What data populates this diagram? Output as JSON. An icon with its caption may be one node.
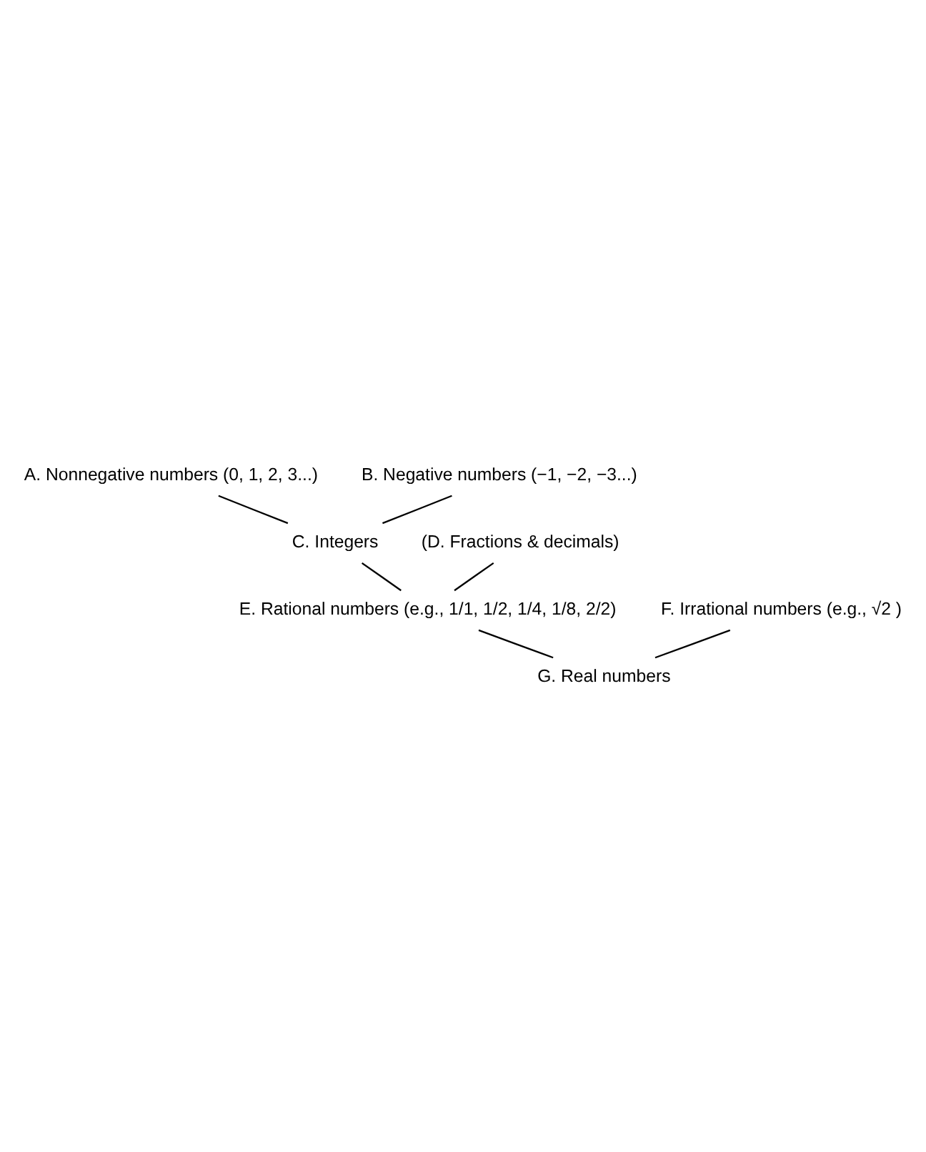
{
  "diagram": {
    "nodes": [
      {
        "text": [
          "A. Nonnegative numbers (0, 1, 2, 3...)"
        ]
      },
      {
        "text": [
          "B. Negative numbers (−1, −2, −3...)"
        ]
      },
      {
        "text": [
          "C. Integers"
        ]
      },
      {
        "text": [
          "(D. Fractions & decimals)"
        ]
      },
      {
        "text": [
          "E. Rational numbers (e.g., 1/1, 1/2, 1/4, 1/8, 2/2)"
        ]
      },
      {
        "text": [
          "F. Irrational numbers (e.g., √2 )"
        ]
      },
      {
        "text": [
          "G. Real numbers"
        ]
      }
    ],
    "edges": [
      {
        "from": 0,
        "to": 2,
        "arrow": "none"
      },
      {
        "from": 1,
        "to": 2,
        "arrow": "none"
      },
      {
        "from": 2,
        "to": 4,
        "arrow": "none"
      },
      {
        "from": 3,
        "to": 4,
        "arrow": "none"
      },
      {
        "from": 4,
        "to": 6,
        "arrow": "none"
      },
      {
        "from": 5,
        "to": 6,
        "arrow": "none"
      }
    ]
  }
}
